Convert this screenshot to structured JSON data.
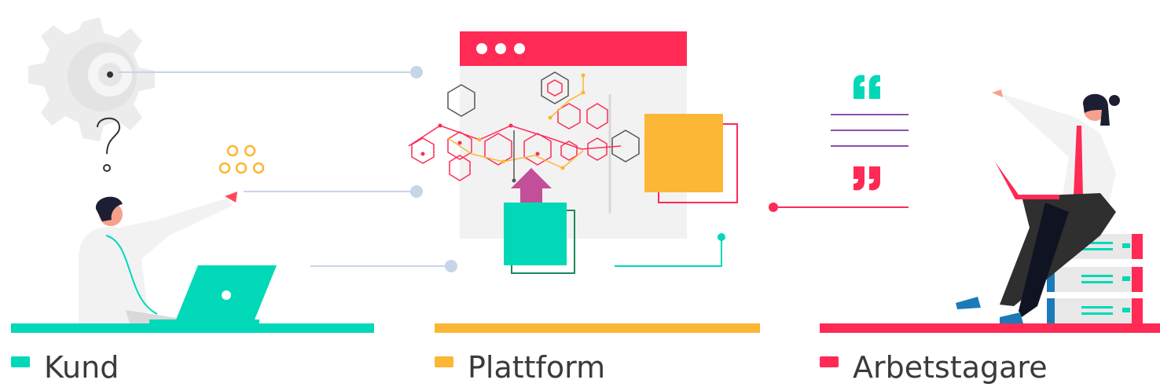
{
  "colors": {
    "kund": "#00d8b8",
    "plattform": "#fbb735",
    "arbetstagare": "#ff2a55",
    "connector": "#c8d4e8",
    "gear": "#ececec",
    "panel": "#f2f2f2",
    "purple": "#8b4fb0"
  },
  "legend": [
    {
      "label": "Kund",
      "color": "#00d8b8"
    },
    {
      "label": "Plattform",
      "color": "#fbb735"
    },
    {
      "label": "Arbetstagare",
      "color": "#ff2a55"
    }
  ],
  "icons": {
    "gear": "gear-icon",
    "question": "question-mark-icon",
    "dots": "dot-cluster-icon",
    "browser": "browser-window-icon",
    "upload": "upload-arrow-icon",
    "quote": "quote-icon",
    "server": "server-stack-icon",
    "laptop": "laptop-icon"
  }
}
